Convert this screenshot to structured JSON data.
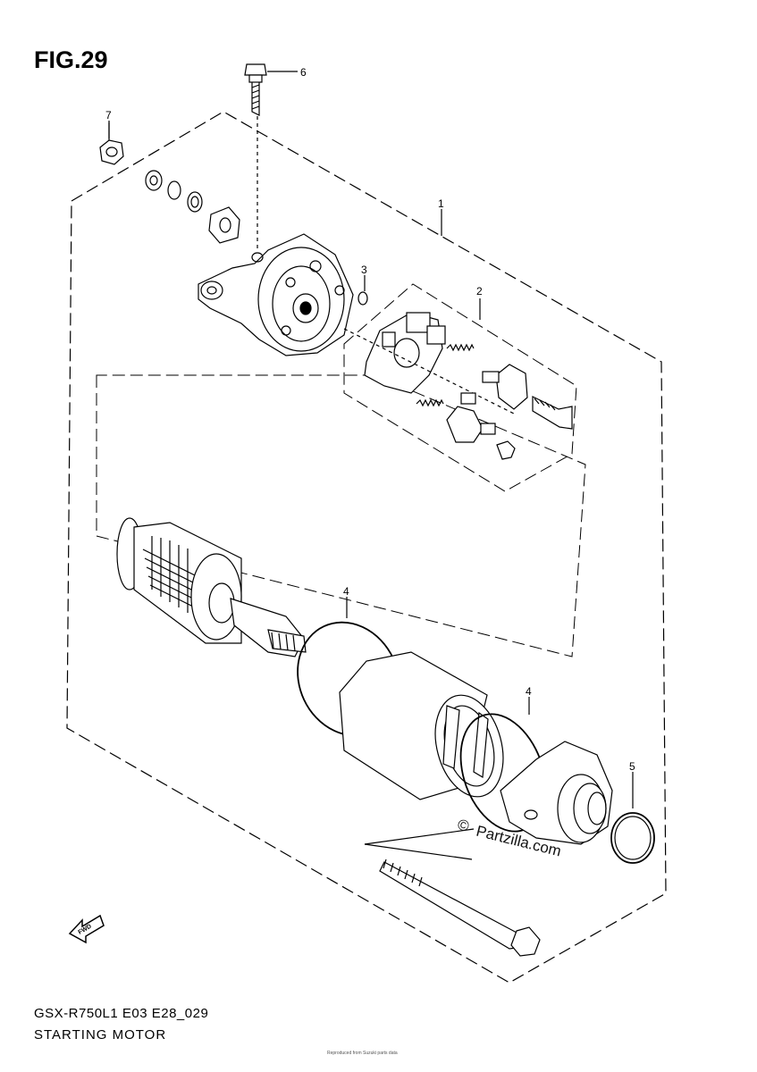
{
  "figure": {
    "title": "FIG.29",
    "model": "GSX-R750L1 E03 E28_029",
    "caption": "STARTING MOTOR",
    "fine_print": "Reproduced from Suzuki parts data"
  },
  "callouts": {
    "c1": "1",
    "c2": "2",
    "c3": "3",
    "c4a": "4",
    "c4b": "4",
    "c5": "5",
    "c6": "6",
    "c7": "7"
  },
  "watermark": {
    "copyright": "©",
    "text": "Partzilla.com"
  },
  "fwd_label": "FWD",
  "colors": {
    "line": "#000000",
    "background": "#ffffff"
  }
}
